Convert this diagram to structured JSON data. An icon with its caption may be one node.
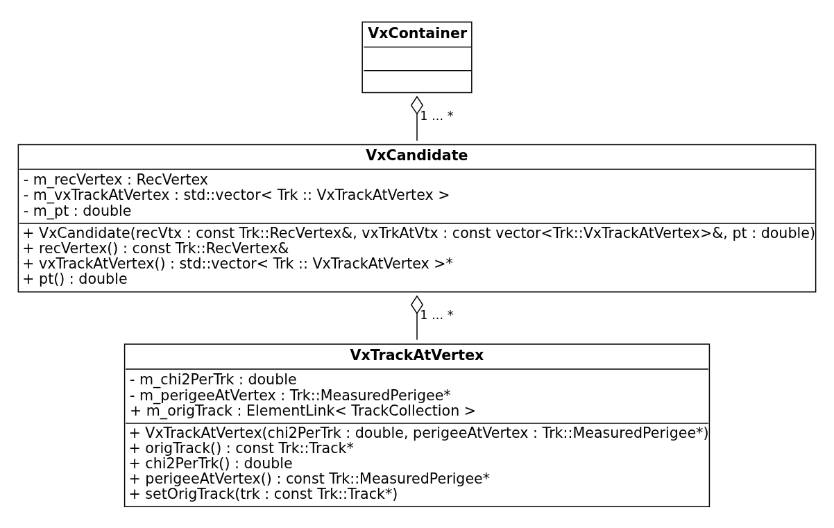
{
  "diagram": {
    "nodes": [
      {
        "text": [
          "VxContainer"
        ]
      },
      {
        "text": [
          "VxCandidate",
          "- m_recVertex : RecVertex",
          "- m_vxTrackAtVertex : std::vector< Trk :: VxTrackAtVertex >",
          "- m_pt : double",
          "+ VxCandidate(recVtx : const Trk::RecVertex&, vxTrkAtVtx : const vector<Trk::VxTrackAtVertex>&, pt : double)",
          "+ recVertex() : const Trk::RecVertex&",
          "+ vxTrackAtVertex() : std::vector< Trk :: VxTrackAtVertex >*",
          "+ pt() : double"
        ]
      },
      {
        "text": [
          "VxTrackAtVertex",
          "- m_chi2PerTrk : double",
          "- m_perigeeAtVertex : Trk::MeasuredPerigee*",
          "+ m_origTrack : ElementLink< TrackCollection >",
          "+ VxTrackAtVertex(chi2PerTrk : double, perigeeAtVertex : Trk::MeasuredPerigee*)",
          "+ origTrack() : const Trk::Track*",
          "+ chi2PerTrk() : double",
          "+ perigeeAtVertex() : const Trk::MeasuredPerigee*",
          "+ setOrigTrack(trk : const Trk::Track*)"
        ]
      }
    ],
    "edges": [
      {
        "from": 1,
        "to": 0,
        "arrow": "other",
        "label": "1 ... *"
      },
      {
        "from": 2,
        "to": 1,
        "arrow": "other",
        "label": "1 ... *"
      }
    ]
  }
}
